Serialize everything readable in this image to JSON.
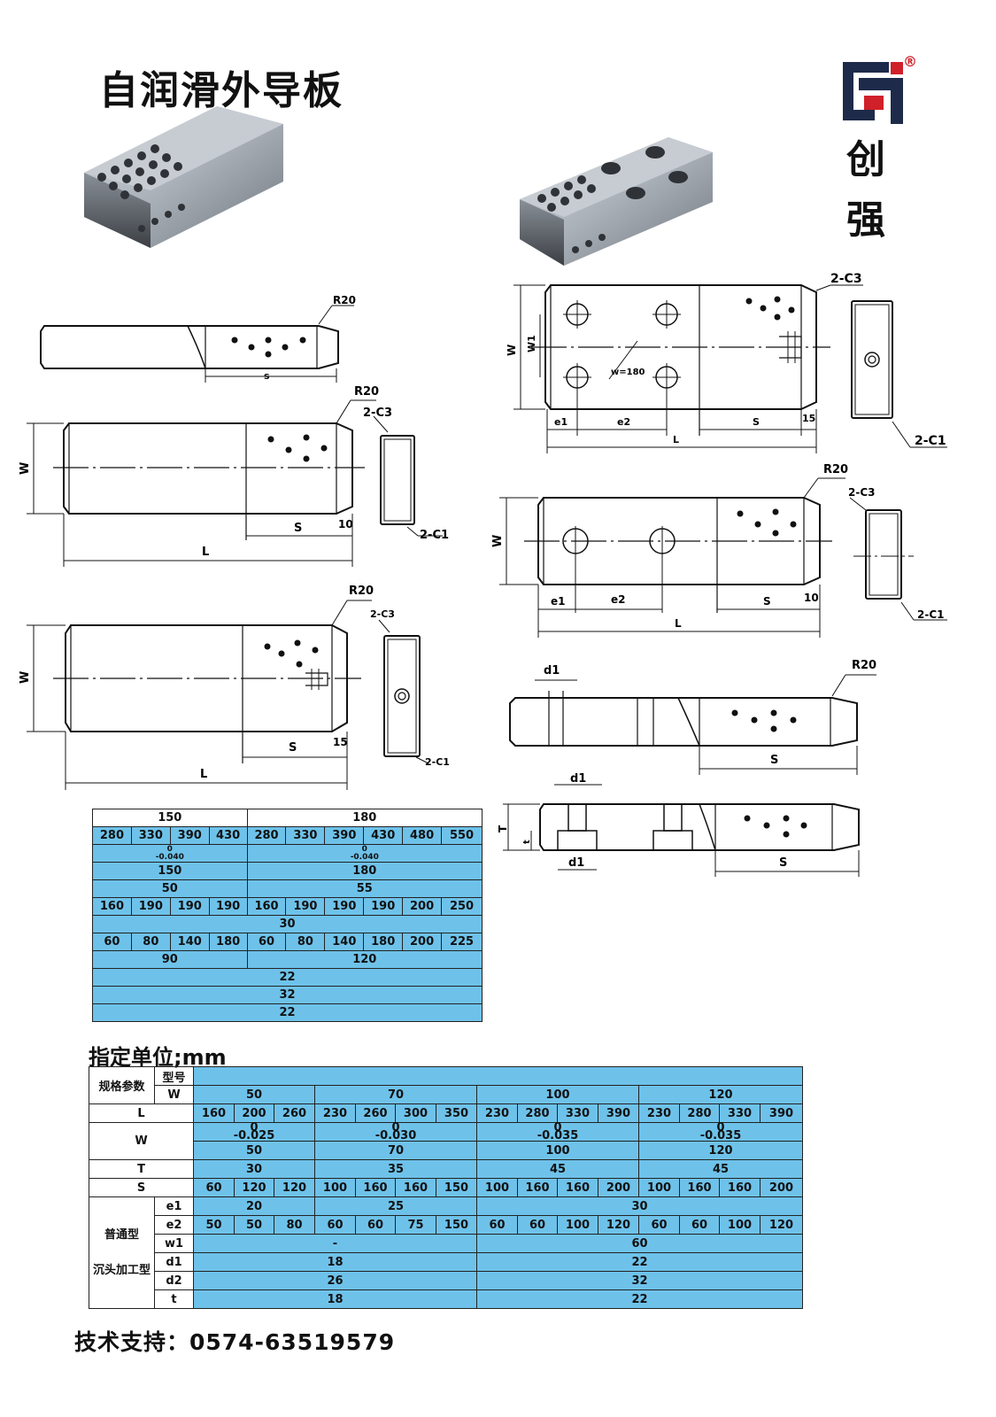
{
  "title": "自润滑外导板",
  "brand": {
    "chars": [
      "创",
      "强"
    ],
    "registered_mark": "®",
    "colors": {
      "dark": "#1e2a4a",
      "red": "#d0202a",
      "table_blue": "#6ec2ea"
    }
  },
  "drawing_labels": {
    "r20": "R20",
    "c3": "2-C3",
    "c1": "2-C1",
    "w": "W",
    "w1": "W1",
    "l": "L",
    "s_lower": "s",
    "s": "S",
    "t": "T",
    "t_small": "t",
    "e1": "e1",
    "e2": "e2",
    "d1": "d1",
    "dim10": "10",
    "dim15": "15",
    "w180": "w=180"
  },
  "top_table": {
    "widths": [
      "150",
      "180"
    ],
    "lengths_150": [
      "280",
      "330",
      "390",
      "430"
    ],
    "lengths_180": [
      "280",
      "330",
      "390",
      "430",
      "480",
      "550"
    ],
    "tol": "0\n-0.040",
    "w_150": "150",
    "w_180": "180",
    "t_150": "50",
    "t_180": "55",
    "s_150": [
      "160",
      "190",
      "190",
      "190"
    ],
    "s_180": [
      "160",
      "190",
      "190",
      "190",
      "200",
      "250"
    ],
    "e1": "30",
    "e2_150": [
      "60",
      "80",
      "140",
      "180"
    ],
    "e2_180": [
      "60",
      "80",
      "140",
      "180",
      "200",
      "225"
    ],
    "w1_150": "90",
    "w1_180": "120",
    "d1": "22",
    "d2": "32",
    "t": "22"
  },
  "unit": "指定单位;mm",
  "spec": {
    "param_label": "规格参数",
    "model_label": "型号",
    "w_label": "W",
    "l_label": "L",
    "t_label": "T",
    "s_label": "S",
    "normal_type": "普通型",
    "countersink_type": "沉头加工型",
    "e1_label": "e1",
    "e2_label": "e2",
    "w1_label": "w1",
    "d1_label": "d1",
    "d2_label": "d2",
    "tt_label": "t",
    "groups": [
      {
        "w": "50",
        "l": [
          "160",
          "200",
          "260"
        ],
        "tol_top": "0",
        "tol_bottom": "-0.025",
        "t": "30",
        "s": [
          "60",
          "120",
          "120"
        ],
        "e1": "20",
        "e2": [
          "50",
          "50",
          "80"
        ]
      },
      {
        "w": "70",
        "l": [
          "230",
          "260",
          "300",
          "350"
        ],
        "tol_top": "0",
        "tol_bottom": "-0.030",
        "t": "35",
        "s": [
          "100",
          "160",
          "160",
          "150"
        ],
        "e1": "25",
        "e2": [
          "60",
          "60",
          "75",
          "150"
        ]
      },
      {
        "w": "100",
        "l": [
          "230",
          "280",
          "330",
          "390"
        ],
        "tol_top": "0",
        "tol_bottom": "-0.035",
        "t": "45",
        "s": [
          "100",
          "160",
          "160",
          "200"
        ],
        "e2": [
          "60",
          "60",
          "100",
          "120"
        ]
      },
      {
        "w": "120",
        "l": [
          "230",
          "280",
          "330",
          "390"
        ],
        "tol_top": "0",
        "tol_bottom": "-0.035",
        "t": "45",
        "s": [
          "100",
          "160",
          "160",
          "200"
        ],
        "e2": [
          "60",
          "60",
          "100",
          "120"
        ]
      }
    ],
    "e1_wide": "30",
    "w1_narrow": "-",
    "w1_wide": "60",
    "d1_narrow": "18",
    "d1_wide": "22",
    "d2_narrow": "26",
    "d2_wide": "32",
    "t_narrow": "18",
    "t_wide": "22"
  },
  "support": "技术支持：0574-63519579"
}
